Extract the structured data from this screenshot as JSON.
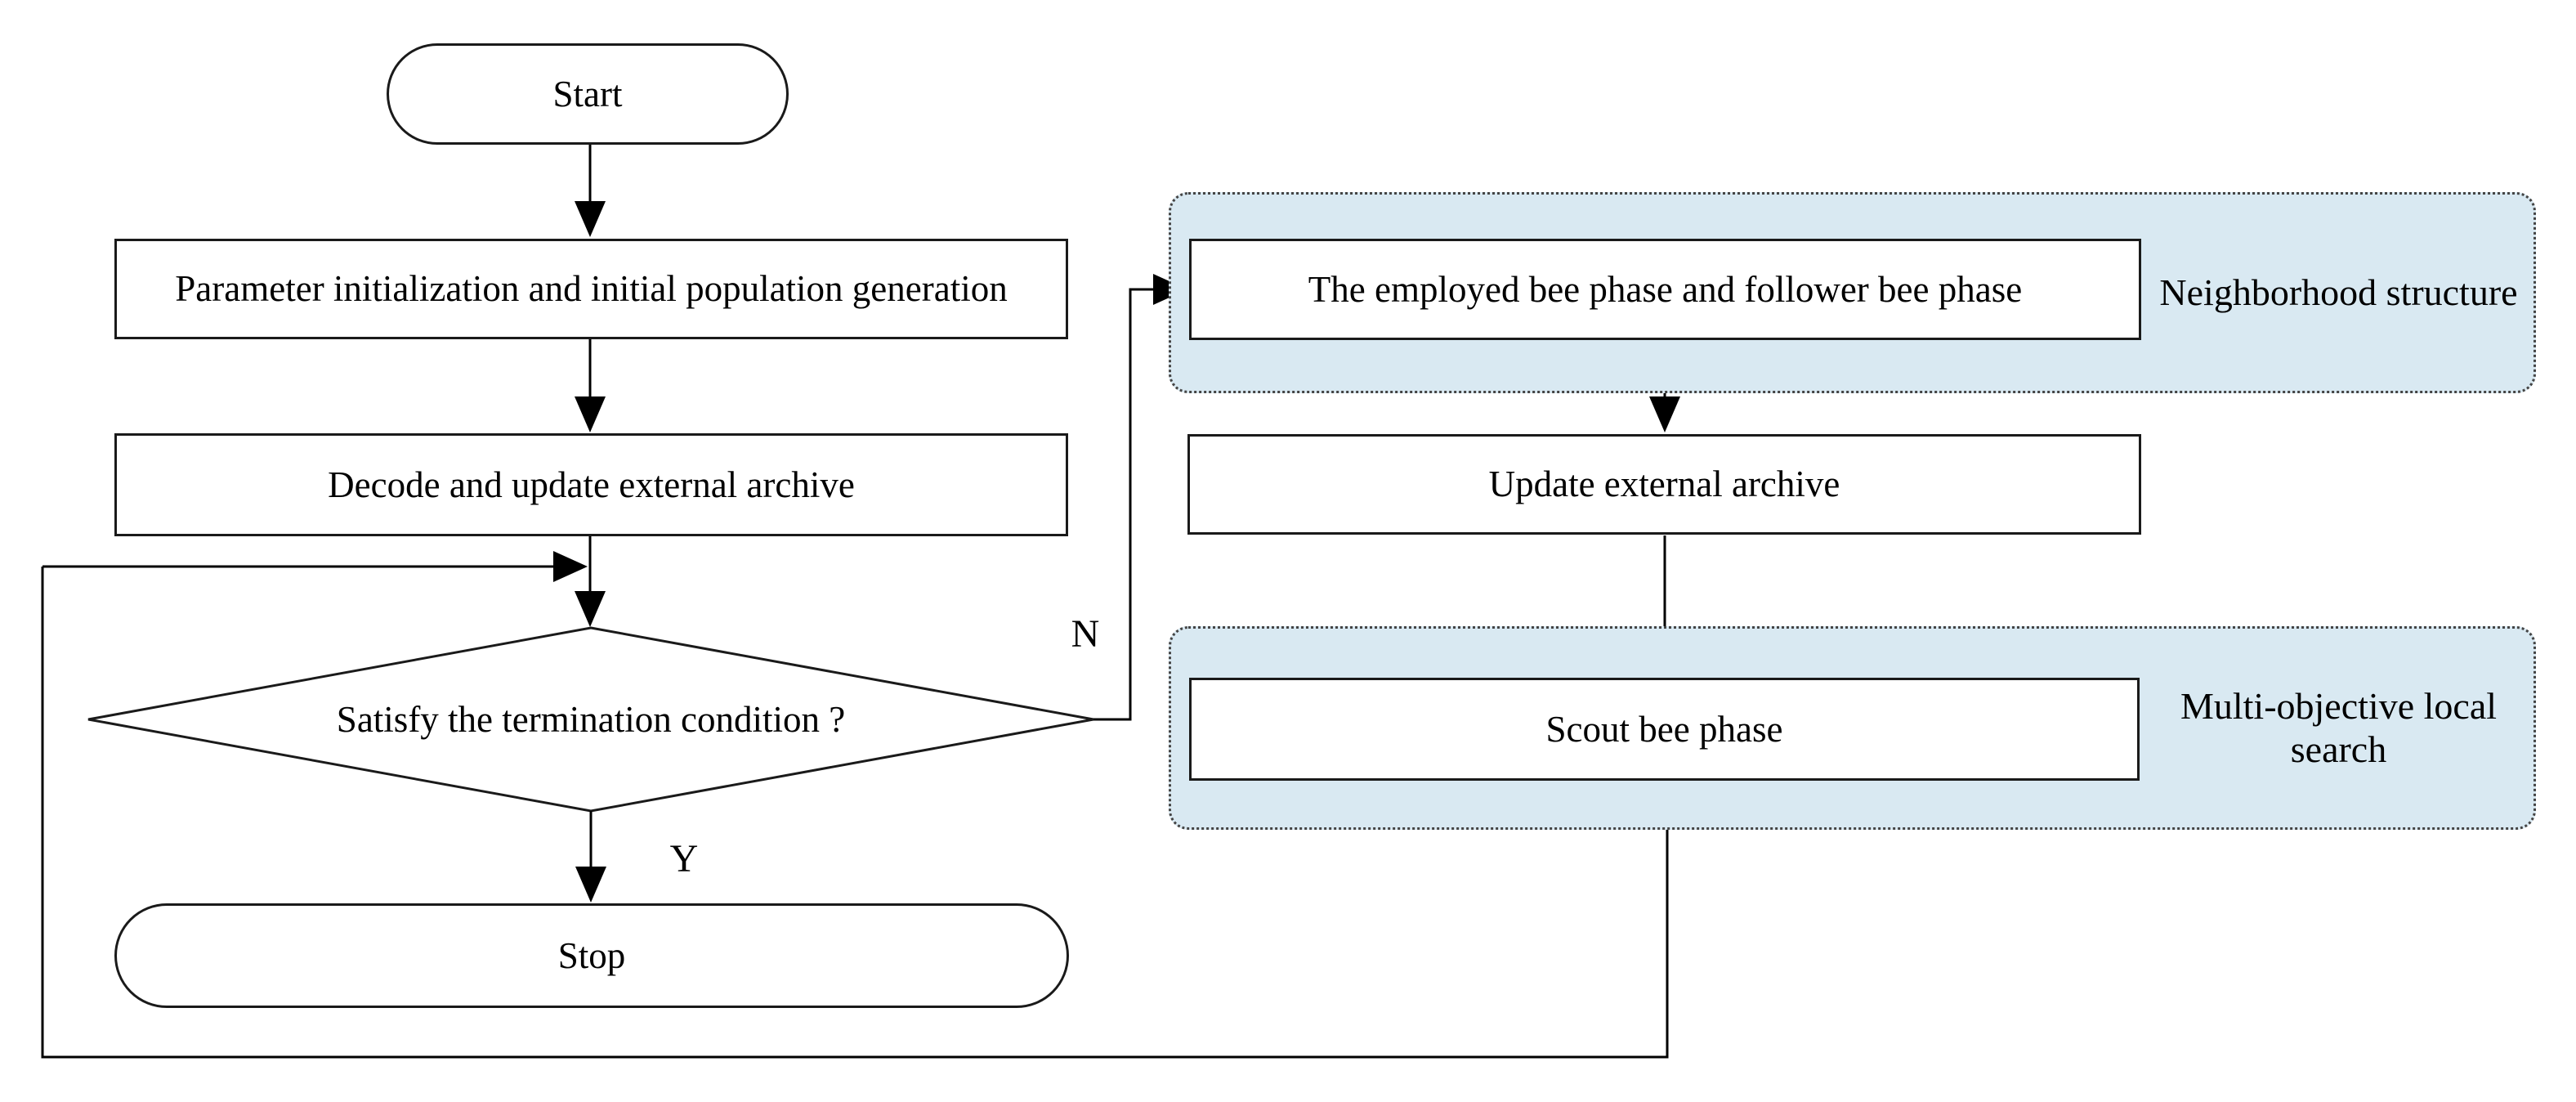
{
  "colors": {
    "container_fill": "#d9e9f2",
    "line": "#000000",
    "box_bg": "#ffffff"
  },
  "nodes": {
    "start": "Start",
    "init": "Parameter initialization and initial population generation",
    "decode": "Decode and update external archive",
    "decision": "Satisfy the termination condition ?",
    "stop": "Stop",
    "employed": "The employed bee phase and follower bee phase",
    "update_archive": "Update external archive",
    "scout": "Scout bee phase"
  },
  "edge_labels": {
    "yes": "Y",
    "no": "N"
  },
  "containers": {
    "neighborhood": "Neighborhood structure",
    "local_search": "Multi-objective local search"
  }
}
